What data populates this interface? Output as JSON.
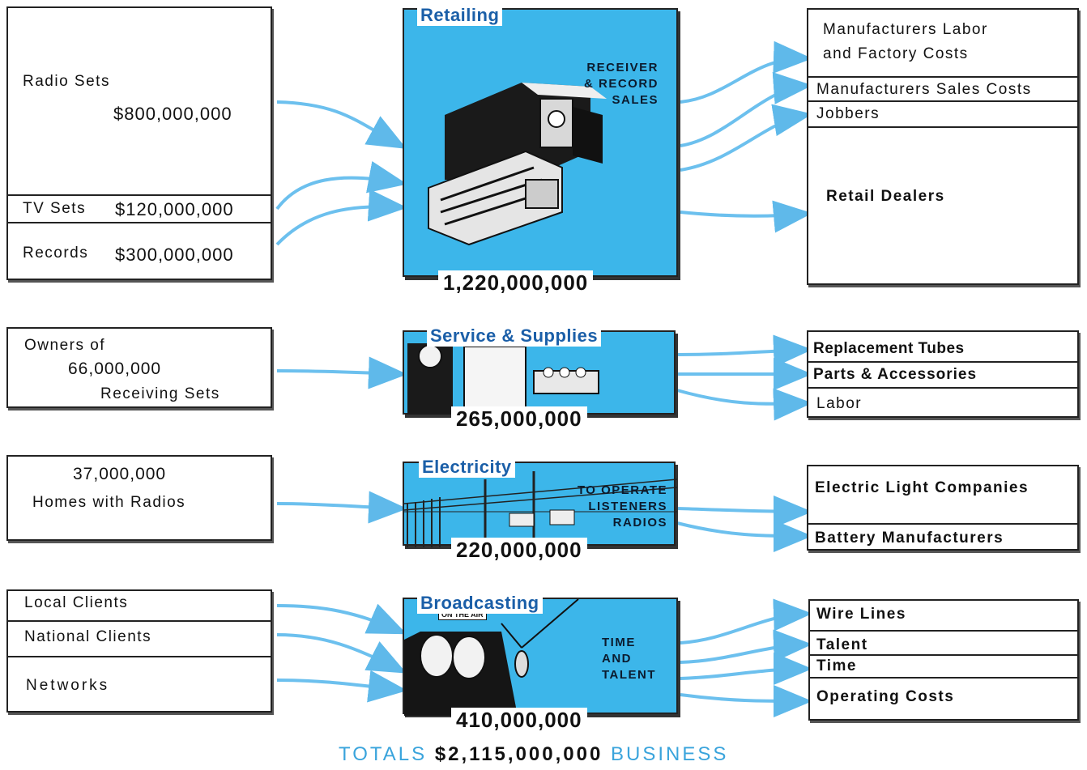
{
  "sources": {
    "receiver": {
      "radio_label": "Radio Sets",
      "radio_amount": "$800,000,000",
      "tv_label": "TV Sets",
      "tv_amount": "$120,000,000",
      "records_label": "Records",
      "records_amount": "$300,000,000"
    },
    "owners": {
      "line1": "Owners  of",
      "line2": "66,000,000",
      "line3": "Receiving Sets"
    },
    "homes": {
      "line1": "37,000,000",
      "line2": "Homes  with Radios"
    },
    "clients": {
      "local": "Local  Clients",
      "national": "National  Clients",
      "networks": "Networks"
    }
  },
  "panels": {
    "retailing": {
      "title": "Retailing",
      "caption": "RECEIVER\n& RECORD\nSALES",
      "amount": "1,220,000,000"
    },
    "service": {
      "title": "Service & Supplies",
      "amount": "265,000,000"
    },
    "electricity": {
      "title": "Electricity",
      "caption": "TO OPERATE\nLISTENERS\nRADIOS",
      "amount": "220,000,000"
    },
    "broadcasting": {
      "title": "Broadcasting",
      "caption": "TIME\nAND\nTALENT",
      "sign": "ON THE AIR",
      "amount": "410,000,000"
    }
  },
  "destinations": {
    "retail": [
      "Manufacturers  Labor\nand  Factory  Costs",
      "Manufacturers  Sales  Costs",
      "Jobbers",
      "Retail  Dealers"
    ],
    "service": [
      "Replacement Tubes",
      "Parts & Accessories",
      "Labor"
    ],
    "electricity": [
      "Electric  Light  Companies",
      "Battery  Manufacturers"
    ],
    "broadcasting": [
      "Wire  Lines",
      "Talent",
      "Time",
      "Operating  Costs"
    ]
  },
  "totals": {
    "label": "TOTALS",
    "amount": "$2,115,000,000",
    "suffix": "BUSINESS"
  },
  "colors": {
    "panel_blue": "#3cb6ea",
    "arrow_blue": "#5fb9ea",
    "title_blue": "#1b5fa8"
  }
}
